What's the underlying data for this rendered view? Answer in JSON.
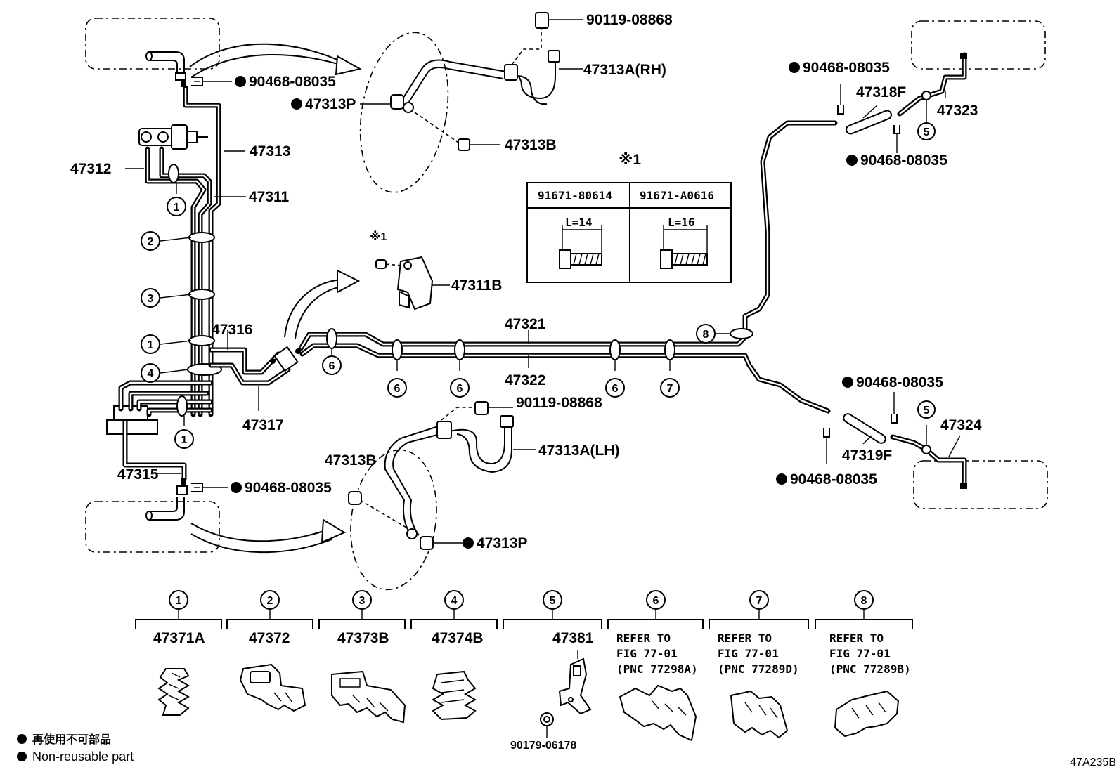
{
  "diagram_code": "47A235B",
  "legend": {
    "line_japanese": "再使用不可部品",
    "line_english": "Non-reusable part"
  },
  "callout_star": "※1",
  "labels": {
    "p90119_top": "90119-08868",
    "p47313A_rh": "47313A(RH)",
    "p90468_tl": "90468-08035",
    "p47313P_top": "47313P",
    "p47313B_top": "47313B",
    "p47313": "47313",
    "p47312": "47312",
    "p47311": "47311",
    "p47311B": "47311B",
    "p47316": "47316",
    "p47317": "47317",
    "p47315": "47315",
    "p47321": "47321",
    "p47322": "47322",
    "p90119_mid": "90119-08868",
    "p47313A_lh": "47313A(LH)",
    "p47313B_bot": "47313B",
    "p90468_bl": "90468-08035",
    "p47313P_bot": "47313P",
    "p90468_tr1": "90468-08035",
    "p47318F": "47318F",
    "p47323": "47323",
    "p90468_tr2": "90468-08035",
    "p90468_br1": "90468-08035",
    "p47324": "47324",
    "p47319F": "47319F",
    "p90468_br2": "90468-08035"
  },
  "bolt_table": {
    "col1_part": "91671-80614",
    "col1_length": "L=14",
    "col2_part": "91671-A0616",
    "col2_length": "L=16"
  },
  "markers": {
    "m1": "1",
    "m2": "2",
    "m3": "3",
    "m4": "4",
    "m5": "5",
    "m6": "6",
    "m7": "7",
    "m8": "8"
  },
  "clamps": [
    {
      "num": "1",
      "part": "47371A"
    },
    {
      "num": "2",
      "part": "47372"
    },
    {
      "num": "3",
      "part": "47373B"
    },
    {
      "num": "4",
      "part": "47374B"
    },
    {
      "num": "5",
      "part": "47381",
      "extra": "90179-06178"
    },
    {
      "num": "6",
      "refer_line1": "REFER TO",
      "refer_line2": "FIG 77-01",
      "refer_line3": "(PNC 77298A)"
    },
    {
      "num": "7",
      "refer_line1": "REFER TO",
      "refer_line2": "FIG 77-01",
      "refer_line3": "(PNC 77289D)"
    },
    {
      "num": "8",
      "refer_line1": "REFER TO",
      "refer_line2": "FIG 77-01",
      "refer_line3": "(PNC 77289B)"
    }
  ]
}
